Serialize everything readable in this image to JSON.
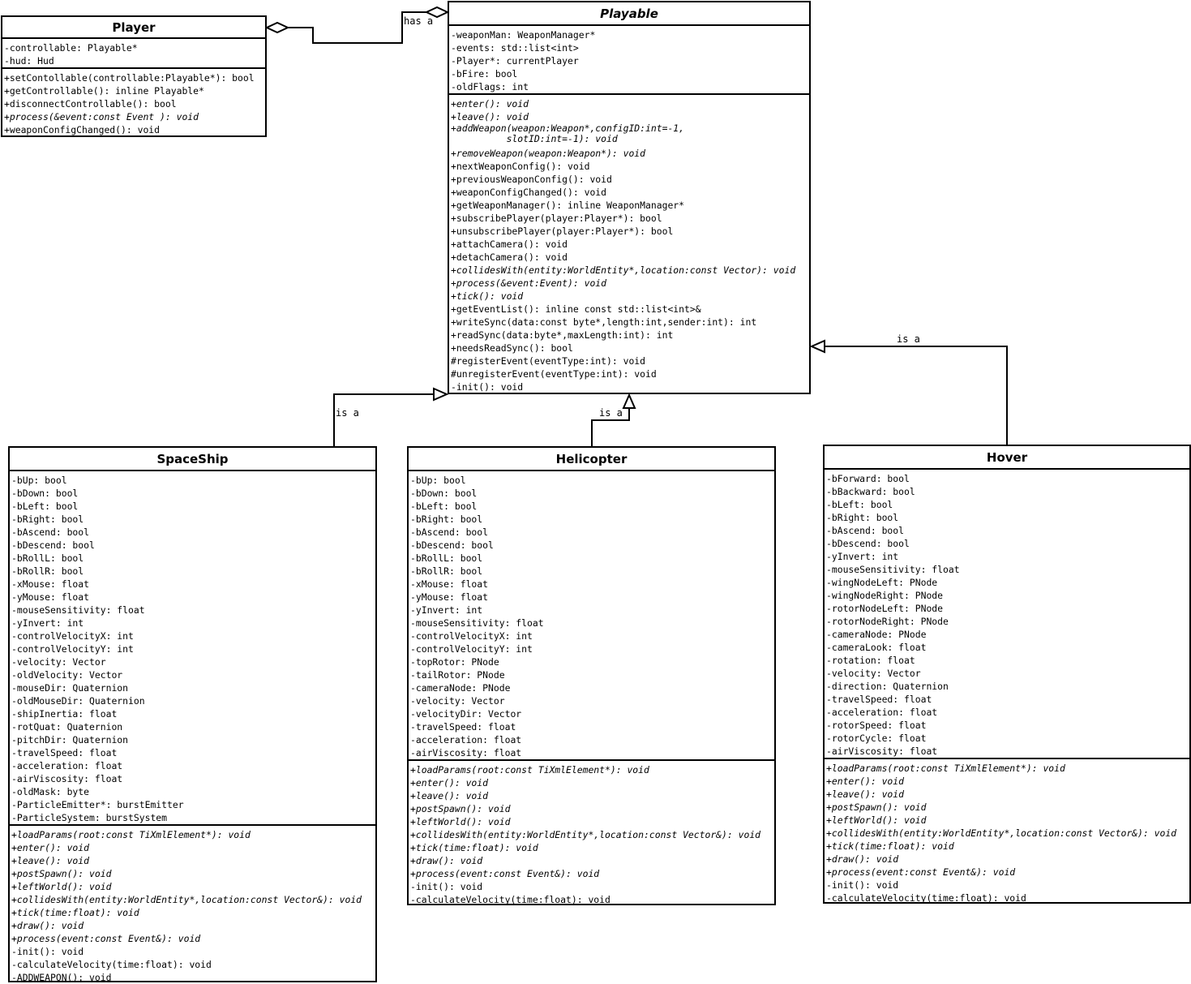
{
  "classes": [
    {
      "id": "player",
      "name": "Player",
      "abstract": false,
      "attributes": [
        {
          "text": "-controllable: Playable*"
        },
        {
          "text": "-hud: Hud"
        }
      ],
      "operations": [
        {
          "text": "+setContollable(controllable:Playable*): bool"
        },
        {
          "text": "+getControllable(): inline Playable*"
        },
        {
          "text": "+disconnectControllable(): bool"
        },
        {
          "text": "+process(&event:const Event ): void",
          "abstract": true
        },
        {
          "text": "+weaponConfigChanged(): void"
        }
      ]
    },
    {
      "id": "playable",
      "name": "Playable",
      "abstract": true,
      "attributes": [
        {
          "text": "-weaponMan: WeaponManager*"
        },
        {
          "text": "-events: std::list<int>"
        },
        {
          "text": "-Player*: currentPlayer"
        },
        {
          "text": "-bFire: bool"
        },
        {
          "text": "-oldFlags: int"
        }
      ],
      "operations": [
        {
          "text": "+enter(): void",
          "abstract": true
        },
        {
          "text": "+leave(): void",
          "abstract": true
        },
        {
          "text": "+addWeapon(weapon:Weapon*,configID:int=-1,\n          slotID:int=-1): void",
          "abstract": true
        },
        {
          "text": "+removeWeapon(weapon:Weapon*): void",
          "abstract": true
        },
        {
          "text": "+nextWeaponConfig(): void"
        },
        {
          "text": "+previousWeaponConfig(): void"
        },
        {
          "text": "+weaponConfigChanged(): void"
        },
        {
          "text": "+getWeaponManager(): inline WeaponManager*"
        },
        {
          "text": "+subscribePlayer(player:Player*): bool"
        },
        {
          "text": "+unsubscribePlayer(player:Player*): bool"
        },
        {
          "text": "+attachCamera(): void"
        },
        {
          "text": "+detachCamera(): void"
        },
        {
          "text": "+collidesWith(entity:WorldEntity*,location:const Vector): void",
          "abstract": true
        },
        {
          "text": "+process(&event:Event): void",
          "abstract": true
        },
        {
          "text": "+tick(): void",
          "abstract": true
        },
        {
          "text": "+getEventList(): inline const std::list<int>&"
        },
        {
          "text": "+writeSync(data:const byte*,length:int,sender:int): int"
        },
        {
          "text": "+readSync(data:byte*,maxLength:int): int"
        },
        {
          "text": "+needsReadSync(): bool"
        },
        {
          "text": "#registerEvent(eventType:int): void"
        },
        {
          "text": "#unregisterEvent(eventType:int): void"
        },
        {
          "text": "-init(): void"
        }
      ]
    },
    {
      "id": "spaceship",
      "name": "SpaceShip",
      "abstract": false,
      "attributes": [
        {
          "text": "-bUp: bool"
        },
        {
          "text": "-bDown: bool"
        },
        {
          "text": "-bLeft: bool"
        },
        {
          "text": "-bRight: bool"
        },
        {
          "text": "-bAscend: bool"
        },
        {
          "text": "-bDescend: bool"
        },
        {
          "text": "-bRollL: bool"
        },
        {
          "text": "-bRollR: bool"
        },
        {
          "text": "-xMouse: float"
        },
        {
          "text": "-yMouse: float"
        },
        {
          "text": "-mouseSensitivity: float"
        },
        {
          "text": "-yInvert: int"
        },
        {
          "text": "-controlVelocityX: int"
        },
        {
          "text": "-controlVelocityY: int"
        },
        {
          "text": "-velocity: Vector"
        },
        {
          "text": "-oldVelocity: Vector"
        },
        {
          "text": "-mouseDir: Quaternion"
        },
        {
          "text": "-oldMouseDir: Quaternion"
        },
        {
          "text": "-shipInertia: float"
        },
        {
          "text": "-rotQuat: Quaternion"
        },
        {
          "text": "-pitchDir: Quaternion"
        },
        {
          "text": "-travelSpeed: float"
        },
        {
          "text": "-acceleration: float"
        },
        {
          "text": "-airViscosity: float"
        },
        {
          "text": "-oldMask: byte"
        },
        {
          "text": "-ParticleEmitter*: burstEmitter"
        },
        {
          "text": "-ParticleSystem: burstSystem"
        }
      ],
      "operations": [
        {
          "text": "+loadParams(root:const TiXmlElement*): void",
          "abstract": true
        },
        {
          "text": "+enter(): void",
          "abstract": true
        },
        {
          "text": "+leave(): void",
          "abstract": true
        },
        {
          "text": "+postSpawn(): void",
          "abstract": true
        },
        {
          "text": "+leftWorld(): void",
          "abstract": true
        },
        {
          "text": "+collidesWith(entity:WorldEntity*,location:const Vector&): void",
          "abstract": true
        },
        {
          "text": "+tick(time:float): void",
          "abstract": true
        },
        {
          "text": "+draw(): void",
          "abstract": true
        },
        {
          "text": "+process(event:const Event&): void",
          "abstract": true
        },
        {
          "text": "-init(): void"
        },
        {
          "text": "-calculateVelocity(time:float): void"
        },
        {
          "text": "-ADDWEAPON(): void"
        }
      ]
    },
    {
      "id": "helicopter",
      "name": "Helicopter",
      "abstract": false,
      "attributes": [
        {
          "text": "-bUp: bool"
        },
        {
          "text": "-bDown: bool"
        },
        {
          "text": "-bLeft: bool"
        },
        {
          "text": "-bRight: bool"
        },
        {
          "text": "-bAscend: bool"
        },
        {
          "text": "-bDescend: bool"
        },
        {
          "text": "-bRollL: bool"
        },
        {
          "text": "-bRollR: bool"
        },
        {
          "text": "-xMouse: float"
        },
        {
          "text": "-yMouse: float"
        },
        {
          "text": "-yInvert: int"
        },
        {
          "text": "-mouseSensitivity: float"
        },
        {
          "text": "-controlVelocityX: int"
        },
        {
          "text": "-controlVelocityY: int"
        },
        {
          "text": "-topRotor: PNode"
        },
        {
          "text": "-tailRotor: PNode"
        },
        {
          "text": "-cameraNode: PNode"
        },
        {
          "text": "-velocity: Vector"
        },
        {
          "text": "-velocityDir: Vector"
        },
        {
          "text": "-travelSpeed: float"
        },
        {
          "text": "-acceleration: float"
        },
        {
          "text": "-airViscosity: float"
        }
      ],
      "operations": [
        {
          "text": "+loadParams(root:const TiXmlElement*): void",
          "abstract": true
        },
        {
          "text": "+enter(): void",
          "abstract": true
        },
        {
          "text": "+leave(): void",
          "abstract": true
        },
        {
          "text": "+postSpawn(): void",
          "abstract": true
        },
        {
          "text": "+leftWorld(): void",
          "abstract": true
        },
        {
          "text": "+collidesWith(entity:WorldEntity*,location:const Vector&): void",
          "abstract": true
        },
        {
          "text": "+tick(time:float): void",
          "abstract": true
        },
        {
          "text": "+draw(): void",
          "abstract": true
        },
        {
          "text": "+process(event:const Event&): void",
          "abstract": true
        },
        {
          "text": "-init(): void"
        },
        {
          "text": "-calculateVelocity(time:float): void"
        }
      ]
    },
    {
      "id": "hover",
      "name": "Hover",
      "abstract": false,
      "attributes": [
        {
          "text": "-bForward: bool"
        },
        {
          "text": "-bBackward: bool"
        },
        {
          "text": "-bLeft: bool"
        },
        {
          "text": "-bRight: bool"
        },
        {
          "text": "-bAscend: bool"
        },
        {
          "text": "-bDescend: bool"
        },
        {
          "text": "-yInvert: int"
        },
        {
          "text": "-mouseSensitivity: float"
        },
        {
          "text": "-wingNodeLeft: PNode"
        },
        {
          "text": "-wingNodeRight: PNode"
        },
        {
          "text": "-rotorNodeLeft: PNode"
        },
        {
          "text": "-rotorNodeRight: PNode"
        },
        {
          "text": "-cameraNode: PNode"
        },
        {
          "text": "-cameraLook: float"
        },
        {
          "text": "-rotation: float"
        },
        {
          "text": "-velocity: Vector"
        },
        {
          "text": "-direction: Quaternion"
        },
        {
          "text": "-travelSpeed: float"
        },
        {
          "text": "-acceleration: float"
        },
        {
          "text": "-rotorSpeed: float"
        },
        {
          "text": "-rotorCycle: float"
        },
        {
          "text": "-airViscosity: float"
        }
      ],
      "operations": [
        {
          "text": "+loadParams(root:const TiXmlElement*): void",
          "abstract": true
        },
        {
          "text": "+enter(): void",
          "abstract": true
        },
        {
          "text": "+leave(): void",
          "abstract": true
        },
        {
          "text": "+postSpawn(): void",
          "abstract": true
        },
        {
          "text": "+leftWorld(): void",
          "abstract": true
        },
        {
          "text": "+collidesWith(entity:WorldEntity*,location:const Vector&): void",
          "abstract": true
        },
        {
          "text": "+tick(time:float): void",
          "abstract": true
        },
        {
          "text": "+draw(): void",
          "abstract": true
        },
        {
          "text": "+process(event:const Event&): void",
          "abstract": true
        },
        {
          "text": "-init(): void"
        },
        {
          "text": "-calculateVelocity(time:float): void"
        }
      ]
    }
  ],
  "relations": [
    {
      "id": "player-playable",
      "type": "aggregation",
      "from": "Player",
      "to": "Playable",
      "label": "has a"
    },
    {
      "id": "spaceship-playable",
      "type": "generalization",
      "from": "SpaceShip",
      "to": "Playable",
      "label": "is a"
    },
    {
      "id": "helicopter-playable",
      "type": "generalization",
      "from": "Helicopter",
      "to": "Playable",
      "label": "is a"
    },
    {
      "id": "hover-playable",
      "type": "generalization",
      "from": "Hover",
      "to": "Playable",
      "label": "is a"
    }
  ]
}
